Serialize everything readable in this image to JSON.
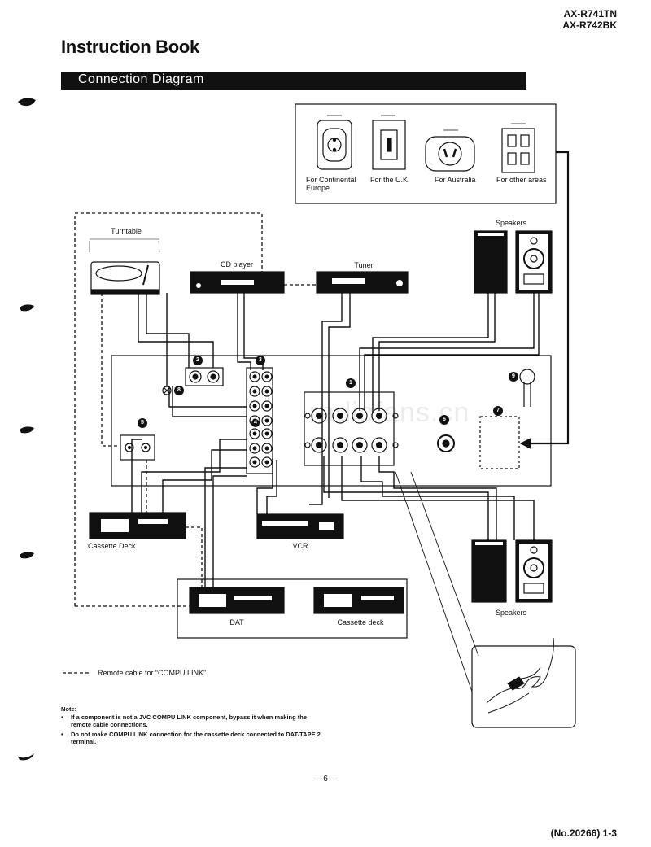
{
  "header": {
    "model_lines": [
      "AX-R741TN",
      "AX-R742BK"
    ],
    "title": "Instruction Book",
    "section": "Connection Diagram"
  },
  "outlets": [
    {
      "label_line1": "For Continental",
      "label_line2": "Europe"
    },
    {
      "label_line1": "For the U.K.",
      "label_line2": ""
    },
    {
      "label_line1": "For Australia",
      "label_line2": ""
    },
    {
      "label_line1": "For other areas",
      "label_line2": ""
    }
  ],
  "components": {
    "turntable": "Turntable",
    "cd_player": "CD player",
    "tuner": "Tuner",
    "speakers_top": "Speakers",
    "speakers_bottom": "Speakers",
    "cassette_deck_left": "Cassette Deck",
    "vcr": "VCR",
    "dat": "DAT",
    "cassette_deck_right": "Cassette deck"
  },
  "callouts": [
    "1",
    "2",
    "3",
    "4",
    "5",
    "6",
    "7",
    "8",
    "9"
  ],
  "legend": {
    "remote_cable": "Remote cable for “COMPU LINK”"
  },
  "note": {
    "heading": "Note:",
    "items": [
      "If a component is not a JVC COMPU LINK component, bypass it when making the remote cable connections.",
      "Do not make COMPU LINK connection for the cassette deck connected to DAT/TAPE 2 terminal."
    ]
  },
  "footer": {
    "page_number": "— 6 —",
    "doc_number": "(No.20266) 1-3"
  },
  "watermark": "radiofans.cn"
}
